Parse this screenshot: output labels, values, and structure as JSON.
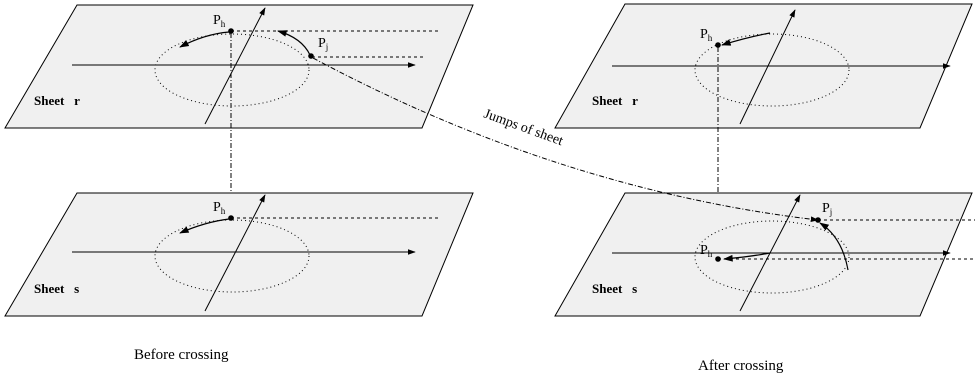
{
  "labels": {
    "sheet_r_left": "Sheet   r",
    "sheet_s_left": "Sheet   s",
    "sheet_r_right": "Sheet   r",
    "sheet_s_right": "Sheet   s",
    "jumps_of_sheet": "Jumps of sheet",
    "before_crossing": "Before crossing",
    "after_crossing": "After crossing"
  },
  "points": {
    "ph_main": "P",
    "ph_sub": "h",
    "pj_main": "P",
    "pj_sub": "j"
  }
}
